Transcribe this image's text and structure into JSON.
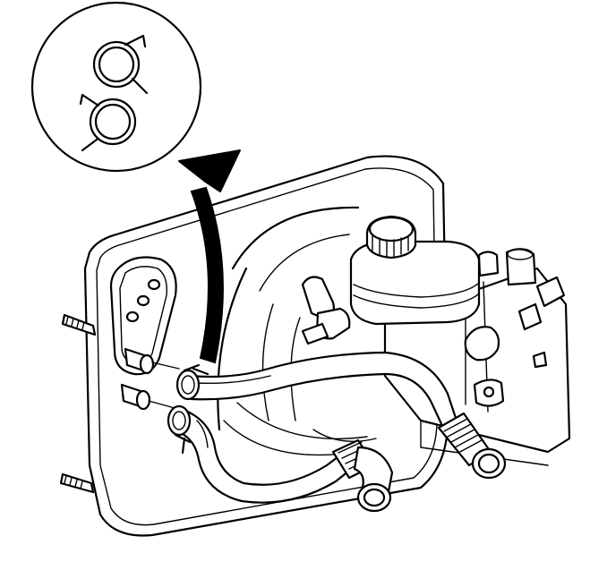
{
  "figure": {
    "background": "#ffffff",
    "line_color": "#000000",
    "components": [
      {
        "name": "brake-booster"
      },
      {
        "name": "master-cylinder"
      },
      {
        "name": "reservoir-cap"
      },
      {
        "name": "vacuum-hose-upper"
      },
      {
        "name": "vacuum-hose-lower"
      },
      {
        "name": "spring-clamp-upper"
      },
      {
        "name": "spring-clamp-lower"
      },
      {
        "name": "mounting-studs"
      },
      {
        "name": "removal-arrow"
      },
      {
        "name": "clamp-detail-inset"
      }
    ]
  }
}
